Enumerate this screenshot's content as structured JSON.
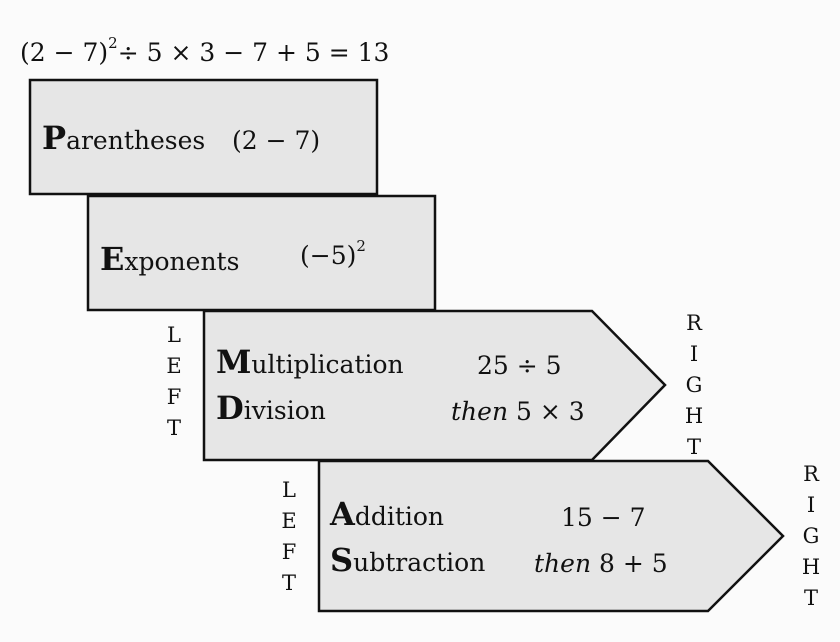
{
  "equation": {
    "lhs": "(2 − 7)",
    "sup": "2",
    "rhs": "÷ 5 × 3 − 7 + 5 = 13"
  },
  "steps": {
    "parentheses": {
      "initial": "P",
      "rest": "arentheses",
      "expr": "(2 − 7)"
    },
    "exponents": {
      "initial": "E",
      "rest": "xponents",
      "expr": "(−5)",
      "expr_sup": "2"
    },
    "multiplication": {
      "initial": "M",
      "rest": "ultiplication",
      "expr": "25 ÷ 5"
    },
    "division": {
      "initial": "D",
      "rest": "ivision",
      "then": "then",
      "expr": "5 × 3"
    },
    "addition": {
      "initial": "A",
      "rest": "ddition",
      "expr": "15 − 7"
    },
    "subtraction": {
      "initial": "S",
      "rest": "ubtraction",
      "then": "then",
      "expr": "8 + 5"
    }
  },
  "side_labels": {
    "left": [
      "L",
      "E",
      "F",
      "T"
    ],
    "right": [
      "R",
      "I",
      "G",
      "H",
      "T"
    ]
  },
  "colors": {
    "box_fill": "#e6e6e6",
    "stroke": "#111111",
    "background": "#fbfbfb"
  }
}
